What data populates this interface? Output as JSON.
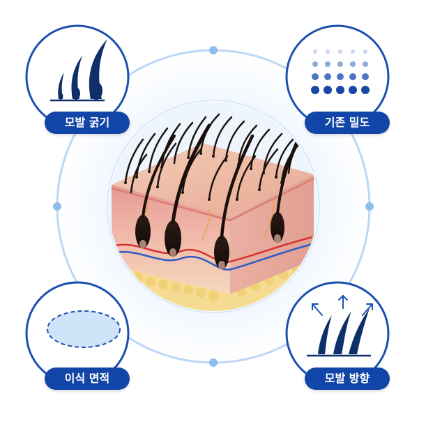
{
  "labels": {
    "hair_thickness": "모발 굵기",
    "existing_density": "기존 밀도",
    "transplant_area": "이식 면적",
    "hair_direction": "모발 방향"
  },
  "colors": {
    "brand_blue": "#1245a8",
    "ring_blue": "#bcd6f5",
    "icon_border": "#1a4fb0"
  },
  "icons": {
    "hair_thickness": "hair-thickness-icon",
    "existing_density": "dot-density-grid-icon",
    "transplant_area": "dashed-ellipse-area-icon",
    "hair_direction": "hair-direction-arrows-icon",
    "center": "scalp-cross-section-illustration"
  }
}
